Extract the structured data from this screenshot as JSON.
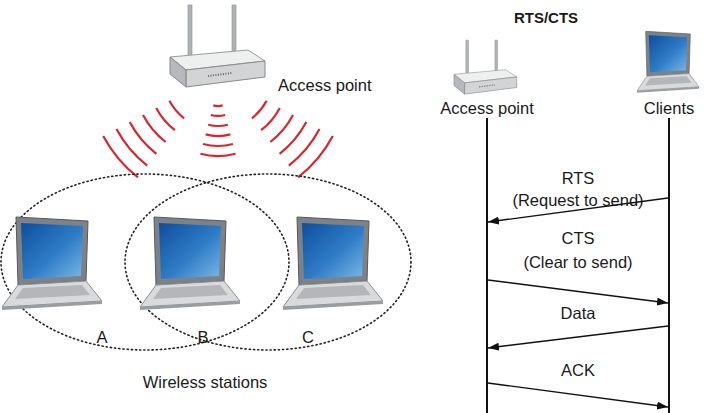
{
  "diagram": {
    "title": "RTS/CTS",
    "nodes": [
      {
        "text": [
          "Access point"
        ]
      },
      {
        "text": [
          "Clients"
        ]
      }
    ],
    "edges": [
      {
        "from": 1,
        "to": 0,
        "arrow": "to",
        "label": "RTS"
      },
      {
        "from": 0,
        "to": 1,
        "arrow": "to",
        "label": "CTS"
      },
      {
        "from": 1,
        "to": 0,
        "arrow": "to",
        "label": "Data"
      },
      {
        "from": 0,
        "to": 1,
        "arrow": "to",
        "label": "ACK"
      }
    ],
    "labels": [
      "Access point",
      "(Request to send)",
      "(Clear to send)",
      "A",
      "B",
      "C",
      "Wireless stations"
    ]
  }
}
